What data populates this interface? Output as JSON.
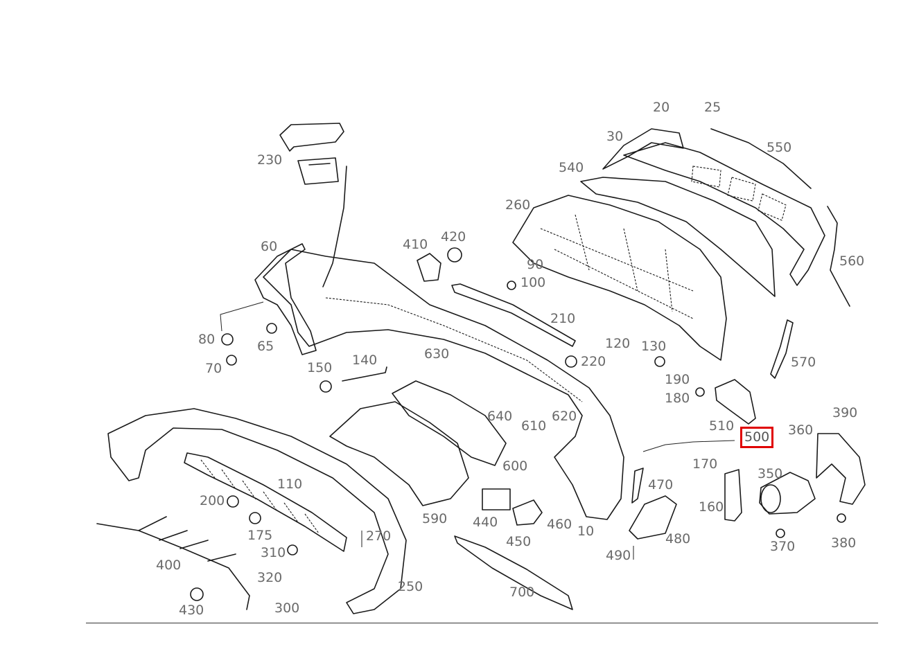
{
  "highlight_color": "#e00000",
  "selected_part": "500",
  "callouts": [
    {
      "label": "20"
    },
    {
      "label": "25"
    },
    {
      "label": "30"
    },
    {
      "label": "550"
    },
    {
      "label": "540"
    },
    {
      "label": "230"
    },
    {
      "label": "260"
    },
    {
      "label": "560"
    },
    {
      "label": "410"
    },
    {
      "label": "420"
    },
    {
      "label": "60"
    },
    {
      "label": "90"
    },
    {
      "label": "100"
    },
    {
      "label": "210"
    },
    {
      "label": "80"
    },
    {
      "label": "65"
    },
    {
      "label": "120"
    },
    {
      "label": "130"
    },
    {
      "label": "570"
    },
    {
      "label": "70"
    },
    {
      "label": "150"
    },
    {
      "label": "140"
    },
    {
      "label": "630"
    },
    {
      "label": "220"
    },
    {
      "label": "190"
    },
    {
      "label": "180"
    },
    {
      "label": "640"
    },
    {
      "label": "620"
    },
    {
      "label": "610"
    },
    {
      "label": "510"
    },
    {
      "label": "390"
    },
    {
      "label": "360"
    },
    {
      "label": "500"
    },
    {
      "label": "170"
    },
    {
      "label": "600"
    },
    {
      "label": "350"
    },
    {
      "label": "110"
    },
    {
      "label": "470"
    },
    {
      "label": "200"
    },
    {
      "label": "160"
    },
    {
      "label": "440"
    },
    {
      "label": "590"
    },
    {
      "label": "175"
    },
    {
      "label": "460"
    },
    {
      "label": "10"
    },
    {
      "label": "270"
    },
    {
      "label": "450"
    },
    {
      "label": "480"
    },
    {
      "label": "370"
    },
    {
      "label": "380"
    },
    {
      "label": "400"
    },
    {
      "label": "310"
    },
    {
      "label": "490"
    },
    {
      "label": "320"
    },
    {
      "label": "250"
    },
    {
      "label": "700"
    },
    {
      "label": "430"
    },
    {
      "label": "300"
    }
  ]
}
